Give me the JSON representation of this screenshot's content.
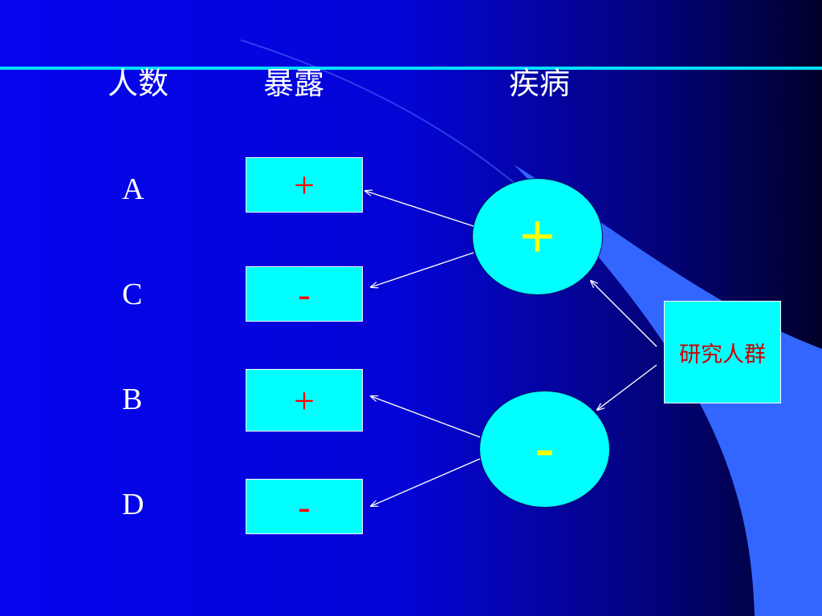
{
  "headers": {
    "count": "人数",
    "exposure": "暴露",
    "disease": "疾病"
  },
  "rows": [
    {
      "group": "A",
      "exposure": "+"
    },
    {
      "group": "C",
      "exposure": "-"
    },
    {
      "group": "B",
      "exposure": "+"
    },
    {
      "group": "D",
      "exposure": "-"
    }
  ],
  "disease_nodes": {
    "positive": "+",
    "negative": "-"
  },
  "study_population": "研究人群",
  "colors": {
    "background": "#0404d4",
    "accent_line": "#00e0ff",
    "box_fill": "#00ffff",
    "exposure_sign": "#ff0000",
    "disease_sign": "#ffff00",
    "study_text": "#cc0000",
    "arrow": "#ffffff"
  }
}
